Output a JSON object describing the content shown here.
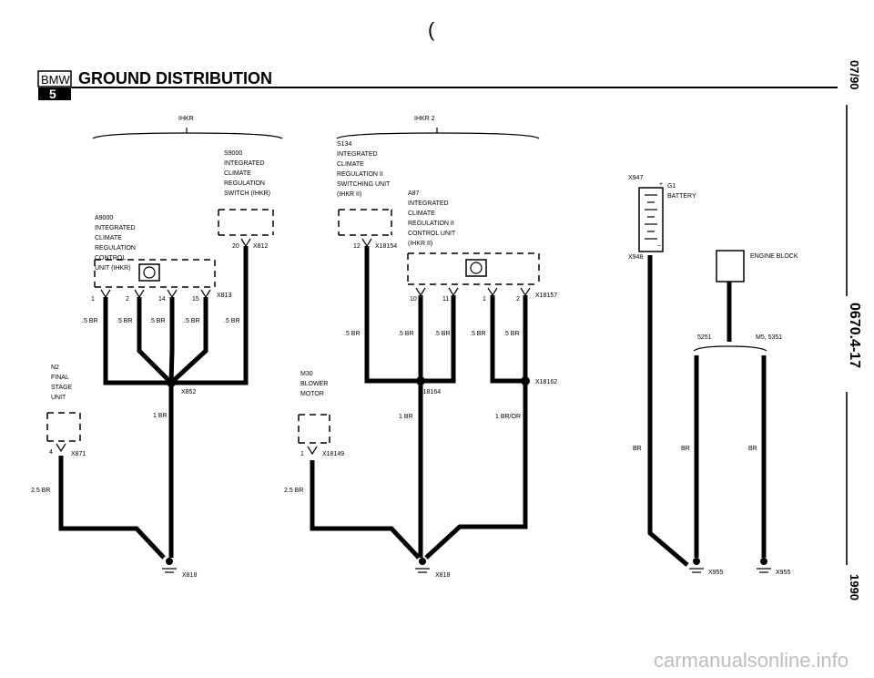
{
  "header": {
    "logo_top": "BMW",
    "logo_bottom": "5",
    "title": "GROUND DISTRIBUTION"
  },
  "top_mark": "(",
  "side": {
    "date": "07/90",
    "section": "0670.4-17",
    "year": "1990"
  },
  "watermark": "carmanualsonline.info",
  "sections": {
    "ihkr": "IHKR",
    "ihkr2": "IHKR 2"
  },
  "components": {
    "s9000": [
      "S9000",
      "INTEGRATED",
      "CLIMATE",
      "REGULATION",
      "SWITCH (IHKR)"
    ],
    "a9000": [
      "A9000",
      "INTEGRATED",
      "CLIMATE",
      "REGULATION",
      "CONTROL",
      "UNIT (IHKR)"
    ],
    "n2": [
      "N2",
      "FINAL",
      "STAGE",
      "UNIT"
    ],
    "s134": [
      "S134",
      "INTEGRATED",
      "CLIMATE",
      "REGULATION II",
      "SWITCHING UNIT",
      "(IHKR II)"
    ],
    "a87": [
      "A87",
      "INTEGRATED",
      "CLIMATE",
      "REGULATION II",
      "CONTROL UNIT",
      "(IHKR II)"
    ],
    "m30": [
      "M30",
      "BLOWER",
      "MOTOR"
    ],
    "g1": [
      "G1",
      "BATTERY"
    ],
    "engine_block": "ENGINE BLOCK"
  },
  "connectors": {
    "x812": "X812",
    "x813": "X813",
    "x852": "X852",
    "x871": "X871",
    "x818a": "X818",
    "x18154": "X18154",
    "x18157": "X18157",
    "x18164": "X18164",
    "x18162": "X18162",
    "x18149": "X18149",
    "x818b": "X818",
    "x947": "X947",
    "x948": "X948",
    "x955a": "X955",
    "x955b": "X955",
    "m5": "M5, 5351",
    "v525": "5251"
  },
  "pins": {
    "p20": "20",
    "p1": "1",
    "p2": "2",
    "p14": "14",
    "p15": "15",
    "p4": "4",
    "p12": "12",
    "p10": "10",
    "p11": "11",
    "p1b": "1",
    "p2b": "2",
    "p1c": "1"
  },
  "wires": {
    "w1": ".5 BR",
    "w2": ".5 BR",
    "w3": ".5 BR",
    "w4": ".5 BR",
    "w5": ".5 BR",
    "w1br": "1 BR",
    "w25": "2.5 BR",
    "v1": ".5 BR",
    "v2": ".5 BR",
    "v3": ".5 BR",
    "v4": ".5 BR",
    "v5": ".5 BR",
    "v1br": "1 BR",
    "vbror": "1 BR/OR",
    "v25": "2.5 BR",
    "br1": "BR",
    "br2": "BR",
    "br3": "BR"
  }
}
